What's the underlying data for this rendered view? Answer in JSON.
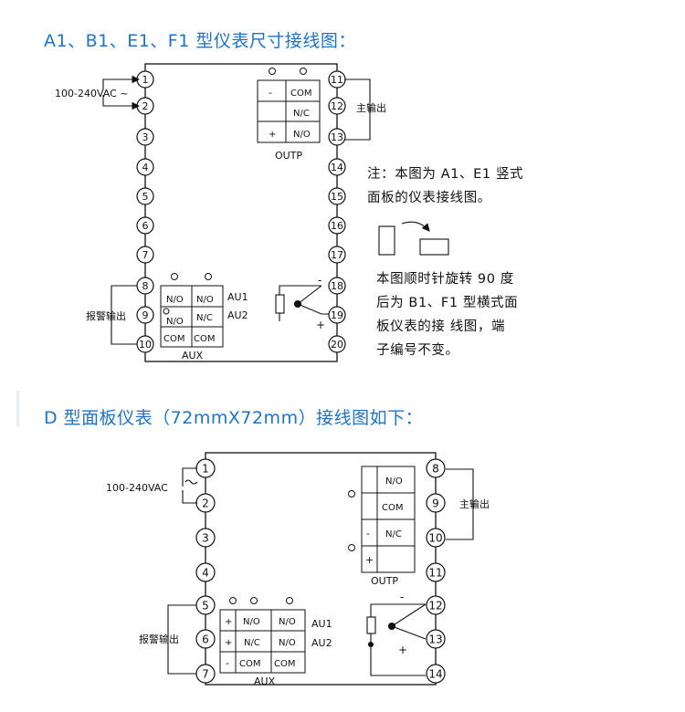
{
  "section1": {
    "title": "A1、B1、E1、F1 型仪表尺寸接线图：",
    "terminals": [
      "1",
      "2",
      "3",
      "4",
      "5",
      "6",
      "7",
      "8",
      "9",
      "10",
      "11",
      "12",
      "13",
      "14",
      "15",
      "16",
      "17",
      "18",
      "19",
      "20"
    ],
    "power_label": "100-240VAC ~",
    "main_output_label": "主输出",
    "alarm_output_label": "报警输出",
    "outp_label": "OUTP",
    "aux_label": "AUX",
    "au1_label": "AU1",
    "au2_label": "AU2",
    "outp_cells": [
      "-",
      "COM",
      "N/C",
      "+",
      "N/O"
    ],
    "aux_cells": [
      "N/O",
      "N/O",
      "N/O",
      "N/C",
      "COM",
      "COM"
    ],
    "sensor_minus": "-",
    "sensor_plus": "+",
    "note_main": "注：本图为 A1、E1 竖式\n面板的仪表接线图。",
    "note_rotate": "本图顺时针旋转 90 度\n后为 B1、F1 型横式面\n板仪表的接 线图，端\n子编号不变。"
  },
  "section2": {
    "title": "D 型面板仪表（72mmX72mm）接线图如下：",
    "terminals": [
      "1",
      "2",
      "3",
      "4",
      "5",
      "6",
      "7",
      "8",
      "9",
      "10",
      "11",
      "12",
      "13",
      "14"
    ],
    "power_label": "100-240VAC",
    "power_tilde": "~",
    "main_output_label": "主输出",
    "alarm_output_label": "报警输出",
    "outp_label": "OUTP",
    "aux_label": "AUX",
    "au1_label": "AU1",
    "au2_label": "AU2",
    "outp_cells": [
      "N/O",
      "COM",
      "-",
      "N/C",
      "+"
    ],
    "aux_cells": [
      "+",
      "N/O",
      "N/O",
      "+",
      "N/C",
      "N/O",
      "-",
      "COM",
      "COM"
    ],
    "sensor_minus": "-",
    "sensor_plus": "+"
  }
}
